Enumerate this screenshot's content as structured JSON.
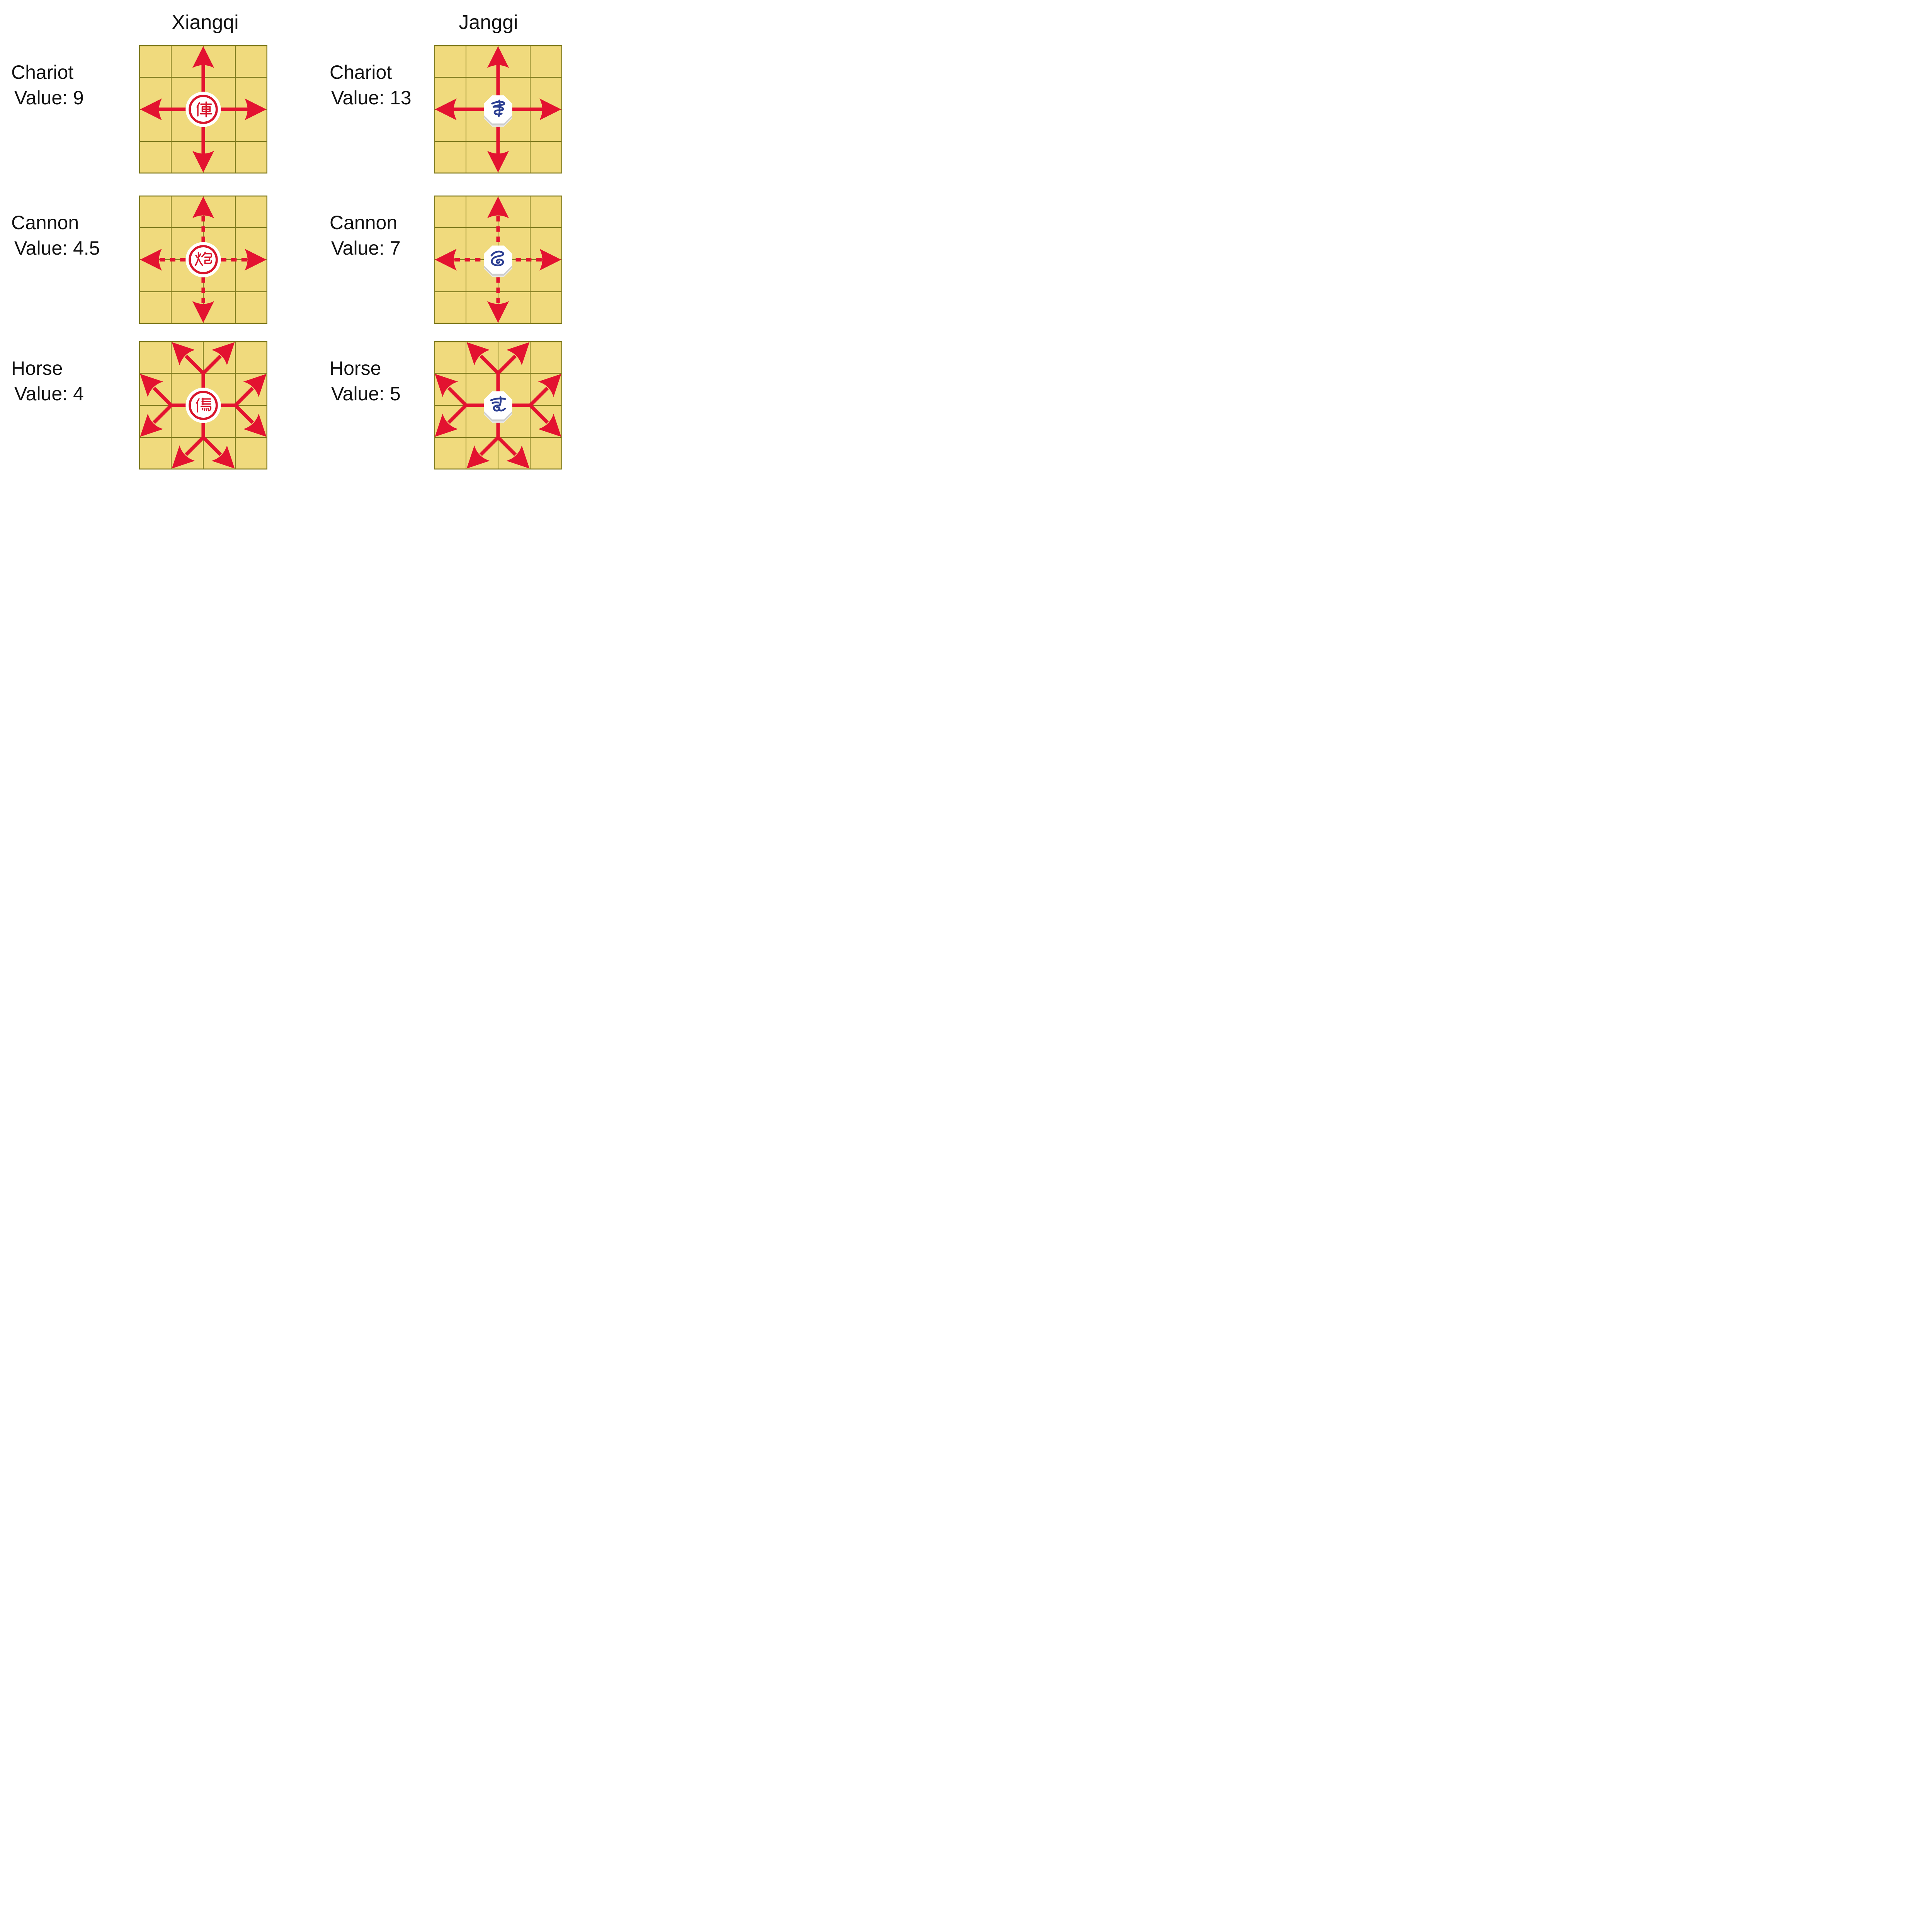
{
  "titles": {
    "xiangqi": "Xiangqi",
    "janggi": "Janggi"
  },
  "colors": {
    "background": "#ffffff",
    "board_fill": "#f0da7d",
    "grid_line": "#7d791d",
    "arrow_red": "#e31230",
    "xiangqi_red": "#d8142b",
    "janggi_blue": "#2b3e92",
    "piece_white": "#ffffff",
    "octagon_bevel_dark": "#cdcdcd",
    "octagon_bevel_light": "#e9e9e9",
    "text": "#111111"
  },
  "rows": [
    {
      "piece": "Chariot",
      "cells": [
        {
          "game": "xiangqi",
          "label": "Chariot",
          "value": "Value: 9",
          "glyph_char": "俥",
          "piece_shape": "circle",
          "arrow_pattern": "cross-solid"
        },
        {
          "game": "janggi",
          "label": "Chariot",
          "value": "Value: 13",
          "glyph_char": "車",
          "piece_shape": "octagon",
          "arrow_pattern": "cross-solid"
        }
      ]
    },
    {
      "piece": "Cannon",
      "cells": [
        {
          "game": "xiangqi",
          "label": "Cannon",
          "value": "Value: 4.5",
          "glyph_char": "炮",
          "piece_shape": "circle",
          "arrow_pattern": "cross-dashed"
        },
        {
          "game": "janggi",
          "label": "Cannon",
          "value": "Value: 7",
          "glyph_char": "包",
          "piece_shape": "octagon",
          "arrow_pattern": "cross-dashed"
        }
      ]
    },
    {
      "piece": "Horse",
      "cells": [
        {
          "game": "xiangqi",
          "label": "Horse",
          "value": "Value: 4",
          "glyph_char": "傌",
          "piece_shape": "circle",
          "arrow_pattern": "knight"
        },
        {
          "game": "janggi",
          "label": "Horse",
          "value": "Value: 5",
          "glyph_char": "馬",
          "piece_shape": "octagon",
          "arrow_pattern": "knight"
        }
      ]
    }
  ]
}
